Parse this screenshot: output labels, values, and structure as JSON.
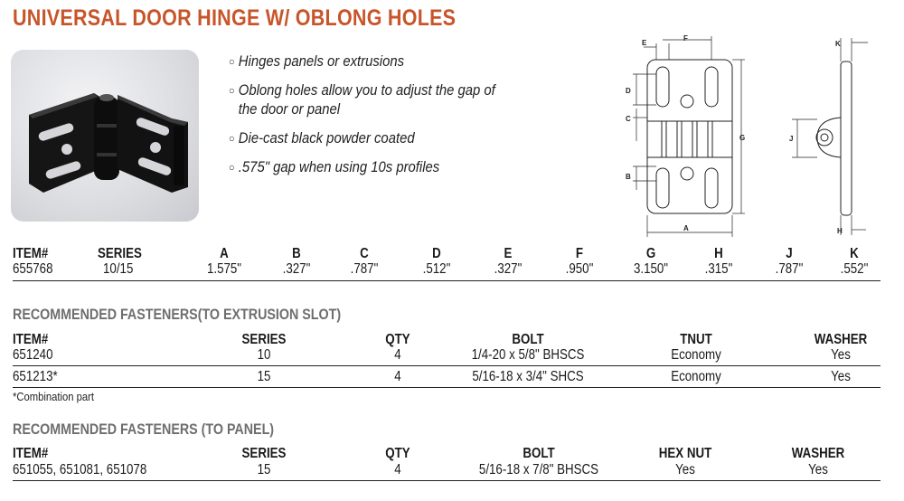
{
  "title": "UNIVERSAL DOOR HINGE W/ OBLONG HOLES",
  "bullets": [
    {
      "icon": "circle-bullet",
      "text": "Hinges panels or extrusions"
    },
    {
      "icon": "circle-bullet",
      "text": "Oblong holes allow you to adjust the gap of the door or panel"
    },
    {
      "icon": "circle-bullet",
      "text": "Die-cast black powder coated"
    },
    {
      "icon": "circle-bullet",
      "text": ".575\" gap when using 10s profiles"
    }
  ],
  "diagram_labels": {
    "E": "E",
    "F": "F",
    "D": "D",
    "C": "C",
    "G": "G",
    "B": "B",
    "A": "A",
    "K": "K",
    "J": "J",
    "H": "H"
  },
  "spec": {
    "headers": [
      "ITEM#",
      "SERIES",
      "A",
      "B",
      "C",
      "D",
      "E",
      "F",
      "G",
      "H",
      "J",
      "K"
    ],
    "values": [
      "655768",
      "10/15",
      "1.575\"",
      ".327\"",
      ".787\"",
      ".512\"",
      ".327\"",
      ".950\"",
      "3.150\"",
      ".315\"",
      ".787\"",
      ".552\""
    ]
  },
  "extrusion": {
    "title": "RECOMMENDED FASTENERS(TO EXTRUSION SLOT)",
    "headers": [
      "ITEM#",
      "SERIES",
      "QTY",
      "BOLT",
      "TNUT",
      "WASHER"
    ],
    "rows": [
      [
        "651240",
        "10",
        "4",
        "1/4-20 x 5/8\" BHSCS",
        "Economy",
        "Yes"
      ],
      [
        "651213*",
        "15",
        "4",
        "5/16-18 x 3/4\" SHCS",
        "Economy",
        "Yes"
      ]
    ],
    "note": "*Combination part"
  },
  "panel": {
    "title": "RECOMMENDED FASTENERS (TO PANEL)",
    "headers": [
      "ITEM#",
      "SERIES",
      "QTY",
      "BOLT",
      "HEX NUT",
      "WASHER"
    ],
    "rows": [
      [
        "651055, 651081, 651078",
        "15",
        "4",
        "5/16-18 x 7/8\" BHSCS",
        "Yes",
        "Yes"
      ]
    ]
  }
}
